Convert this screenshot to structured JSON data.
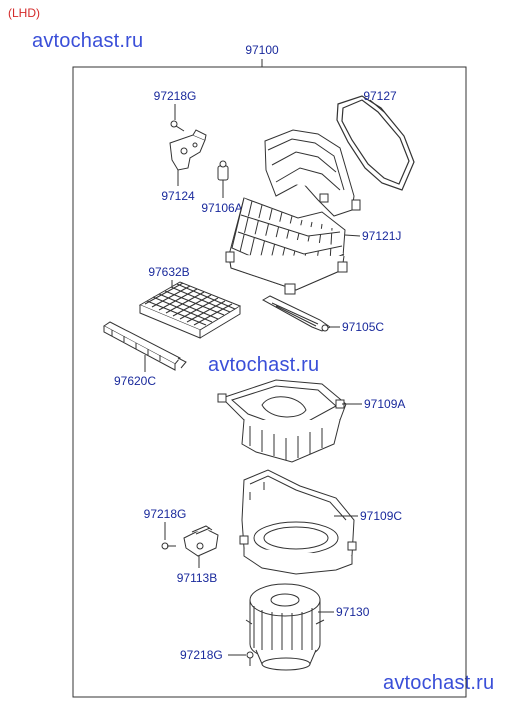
{
  "header": {
    "variant": "(LHD)"
  },
  "watermarks": [
    {
      "id": "wm-top",
      "text": "avtochast.ru"
    },
    {
      "id": "wm-mid",
      "text": "avtochast.ru"
    },
    {
      "id": "wm-bottom",
      "text": "avtochast.ru"
    }
  ],
  "assembly": {
    "part_no": "97100"
  },
  "parts": [
    {
      "id": "bolt-top",
      "label": "97218G"
    },
    {
      "id": "bracket",
      "label": "97124"
    },
    {
      "id": "actuator",
      "label": "97106A"
    },
    {
      "id": "seal",
      "label": "97127"
    },
    {
      "id": "intake-case",
      "label": "97121J"
    },
    {
      "id": "filter",
      "label": "97632B"
    },
    {
      "id": "filter-cover",
      "label": "97620C"
    },
    {
      "id": "door",
      "label": "97105C"
    },
    {
      "id": "upper-case",
      "label": "97109A"
    },
    {
      "id": "bolt-mid",
      "label": "97218G"
    },
    {
      "id": "lower-case",
      "label": "97109C"
    },
    {
      "id": "resistor",
      "label": "97113B"
    },
    {
      "id": "blower-motor",
      "label": "97130"
    },
    {
      "id": "bolt-bottom",
      "label": "97218G"
    }
  ],
  "colors": {
    "label": "#1a2a9c",
    "watermark": "#3a4fd8",
    "variant": "#d42a2a",
    "line": "#333333"
  }
}
